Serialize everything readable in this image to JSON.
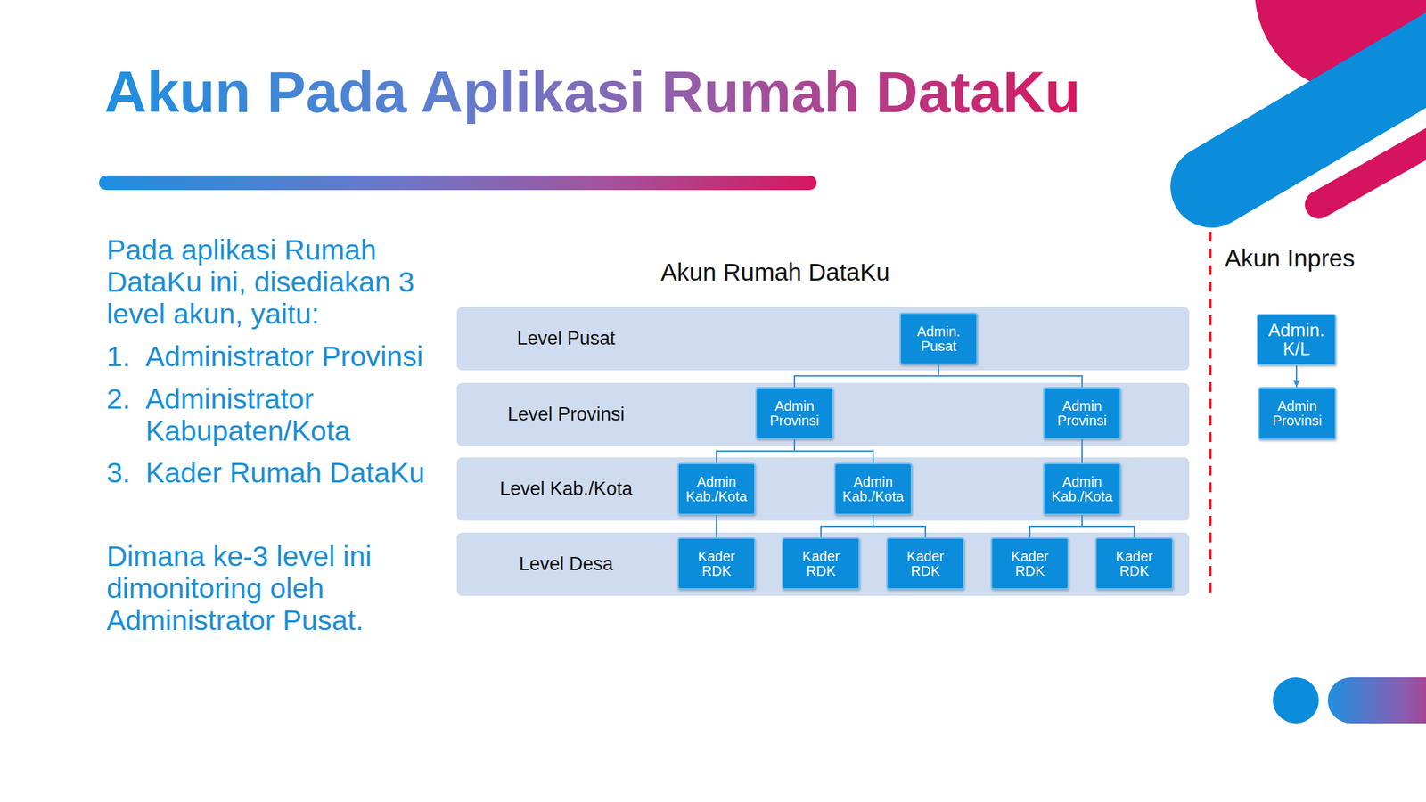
{
  "diagram": {
    "title": "Akun Pada Aplikasi Rumah DataKu",
    "nodes": [
      {
        "text": [
          "Level Pusat"
        ]
      },
      {
        "text": [
          "Admin. Pusat"
        ],
        "in": 0
      },
      {
        "text": [
          "Level Provinsi"
        ]
      },
      {
        "text": [
          "Admin Provinsi"
        ],
        "in": 2
      },
      {
        "text": [
          "Admin Provinsi"
        ],
        "in": 2
      },
      {
        "text": [
          "Level Kab./Kota"
        ]
      },
      {
        "text": [
          "Admin Kab./Kota"
        ],
        "in": 5
      },
      {
        "text": [
          "Admin Kab./Kota"
        ],
        "in": 5
      },
      {
        "text": [
          "Admin Kab./Kota"
        ],
        "in": 5
      },
      {
        "text": [
          "Level Desa"
        ]
      },
      {
        "text": [
          "Kader RDK"
        ],
        "in": 9
      },
      {
        "text": [
          "Kader RDK"
        ],
        "in": 9
      },
      {
        "text": [
          "Kader RDK"
        ],
        "in": 9
      },
      {
        "text": [
          "Kader RDK"
        ],
        "in": 9
      },
      {
        "text": [
          "Kader RDK"
        ],
        "in": 9
      },
      {
        "text": [
          "Admin. K/L"
        ]
      },
      {
        "text": [
          "Admin Provinsi"
        ]
      }
    ],
    "edges": [
      {
        "from": 1,
        "to": 3,
        "arrow": "none"
      },
      {
        "from": 1,
        "to": 4,
        "arrow": "none"
      },
      {
        "from": 3,
        "to": 6,
        "arrow": "none"
      },
      {
        "from": 3,
        "to": 7,
        "arrow": "none"
      },
      {
        "from": 4,
        "to": 8,
        "arrow": "none"
      },
      {
        "from": 6,
        "to": 10,
        "arrow": "none"
      },
      {
        "from": 7,
        "to": 11,
        "arrow": "none"
      },
      {
        "from": 7,
        "to": 12,
        "arrow": "none"
      },
      {
        "from": 8,
        "to": 13,
        "arrow": "none"
      },
      {
        "from": 8,
        "to": 14,
        "arrow": "none"
      },
      {
        "from": 15,
        "to": 16,
        "arrow": "to"
      }
    ],
    "labels": [
      "Pada aplikasi Rumah DataKu ini, disediakan 3 level akun, yaitu:",
      "1.",
      "Administrator Provinsi",
      "2.",
      "Administrator Kabupaten/Kota",
      "3.",
      "Kader Rumah DataKu",
      "Dimana ke-3 level ini dimonitoring oleh Administrator Pusat.",
      "Akun Rumah DataKu",
      "Akun Inpres"
    ]
  }
}
